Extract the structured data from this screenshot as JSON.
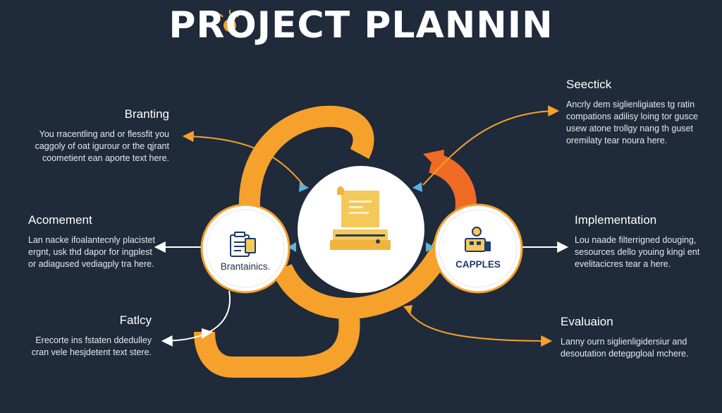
{
  "title": "PROJECT PLANNIN",
  "blocks": {
    "branting": {
      "heading": "Branting",
      "lines": [
        "You rracentling and or flessfit you",
        "caggoly of oat igurour or the qjrant",
        "coometient ean aporte text here."
      ]
    },
    "acomement": {
      "heading": "Acomement",
      "lines": [
        "Lan nacke ifoalantecnly placistet",
        "ergnt, usk thd dapor for ingplest",
        "or adiagused vediagply tra here."
      ]
    },
    "fatlcy": {
      "heading": "Fatlcy",
      "lines": [
        "Erecorte ins fstaten ddedulley",
        "cran vele hesjdetent text stere."
      ]
    },
    "seectick": {
      "heading": "Seectick",
      "lines": [
        "Ancrly dem siglienligiates tg ratin",
        "compations adilisy loing tor gusce",
        "usew atone trollgy nang th guset",
        "oremilaty tear noura here."
      ]
    },
    "implementation": {
      "heading": "Implementation",
      "lines": [
        "Lou naade filterrigned douging,",
        "sesources dello youing kingi ent",
        "evelitacicres tear a here."
      ]
    },
    "evaluation": {
      "heading": "Evaluaion",
      "lines": [
        "Lanny ourn siglienligidersiur and",
        "desoutation detegpgloal mchere."
      ]
    }
  },
  "circles": {
    "left_label": "Brantainics.",
    "right_label": "CAPPLES"
  },
  "icons": {
    "left": "clipboard-document-icon",
    "center": "document-tray-icon",
    "right": "person-at-desk-icon",
    "title_o": "lightbulb-magnifier-icon"
  },
  "colors": {
    "background": "#1f2a3a",
    "orange": "#f6a12b",
    "deep_orange": "#ef6b25",
    "blue_arrow": "#5ab3e0",
    "circle_fill": "#ffffff",
    "icon_navy": "#1f3a6a",
    "icon_yellow": "#f5c85a"
  }
}
